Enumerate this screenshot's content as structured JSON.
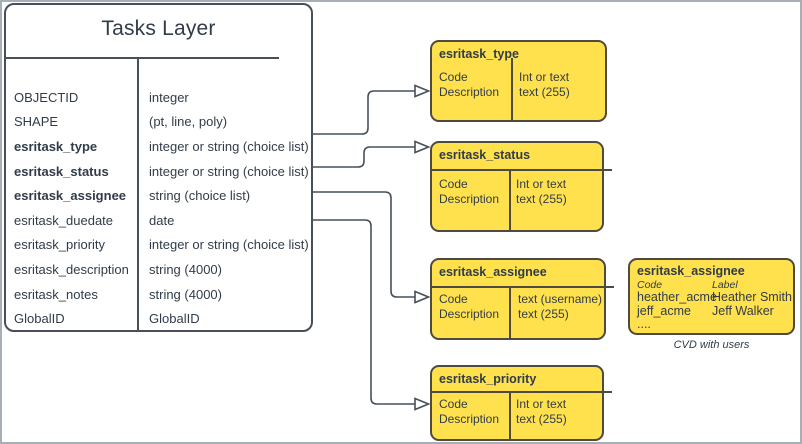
{
  "colors": {
    "stroke": "#47505a",
    "yellow_fill": "#ffe14d",
    "yellow_border": "#4f4a40",
    "text": "#313c49",
    "frame": "#a8aeb6"
  },
  "main_table": {
    "title": "Tasks Layer",
    "fields": [
      {
        "label": "OBJECTID",
        "type": "integer"
      },
      {
        "label": "SHAPE",
        "type": "(pt, line, poly)"
      },
      {
        "label": "esritask_type",
        "type": "integer or string (choice list)"
      },
      {
        "label": "esritask_status",
        "type": "integer or string (choice list)"
      },
      {
        "label": "esritask_assignee",
        "type": "string (choice list)"
      },
      {
        "label": "esritask_duedate",
        "type": "date"
      },
      {
        "label": "esritask_priority",
        "type": "integer or string (choice list)"
      },
      {
        "label": "esritask_description",
        "type": "string (4000)"
      },
      {
        "label": "esritask_notes",
        "type": "string (4000)"
      },
      {
        "label": "GlobalID",
        "type": "GlobalID"
      }
    ]
  },
  "domain_boxes": [
    {
      "title": "esritask_type",
      "left": [
        "Code",
        "Description"
      ],
      "right": [
        "Int or text",
        "text (255)"
      ]
    },
    {
      "title": "esritask_status",
      "left": [
        "Code",
        "Description"
      ],
      "right": [
        "Int or text",
        "text (255)"
      ]
    },
    {
      "title": "esritask_assignee",
      "left": [
        "Code",
        "Description"
      ],
      "right": [
        "text (username)",
        "text (255)"
      ]
    },
    {
      "title": "esritask_priority",
      "left": [
        "Code",
        "Description"
      ],
      "right": [
        "Int or text",
        "text (255)"
      ]
    }
  ],
  "cvd_box": {
    "title": "esritask_assignee",
    "col_headers": [
      "Code",
      "Label"
    ],
    "rows": [
      {
        "code": "heather_acme",
        "label": "Heather Smith"
      },
      {
        "code": "jeff_acme",
        "label": "Jeff Walker"
      },
      {
        "code": "....",
        "label": ""
      }
    ],
    "caption": "CVD with users"
  }
}
